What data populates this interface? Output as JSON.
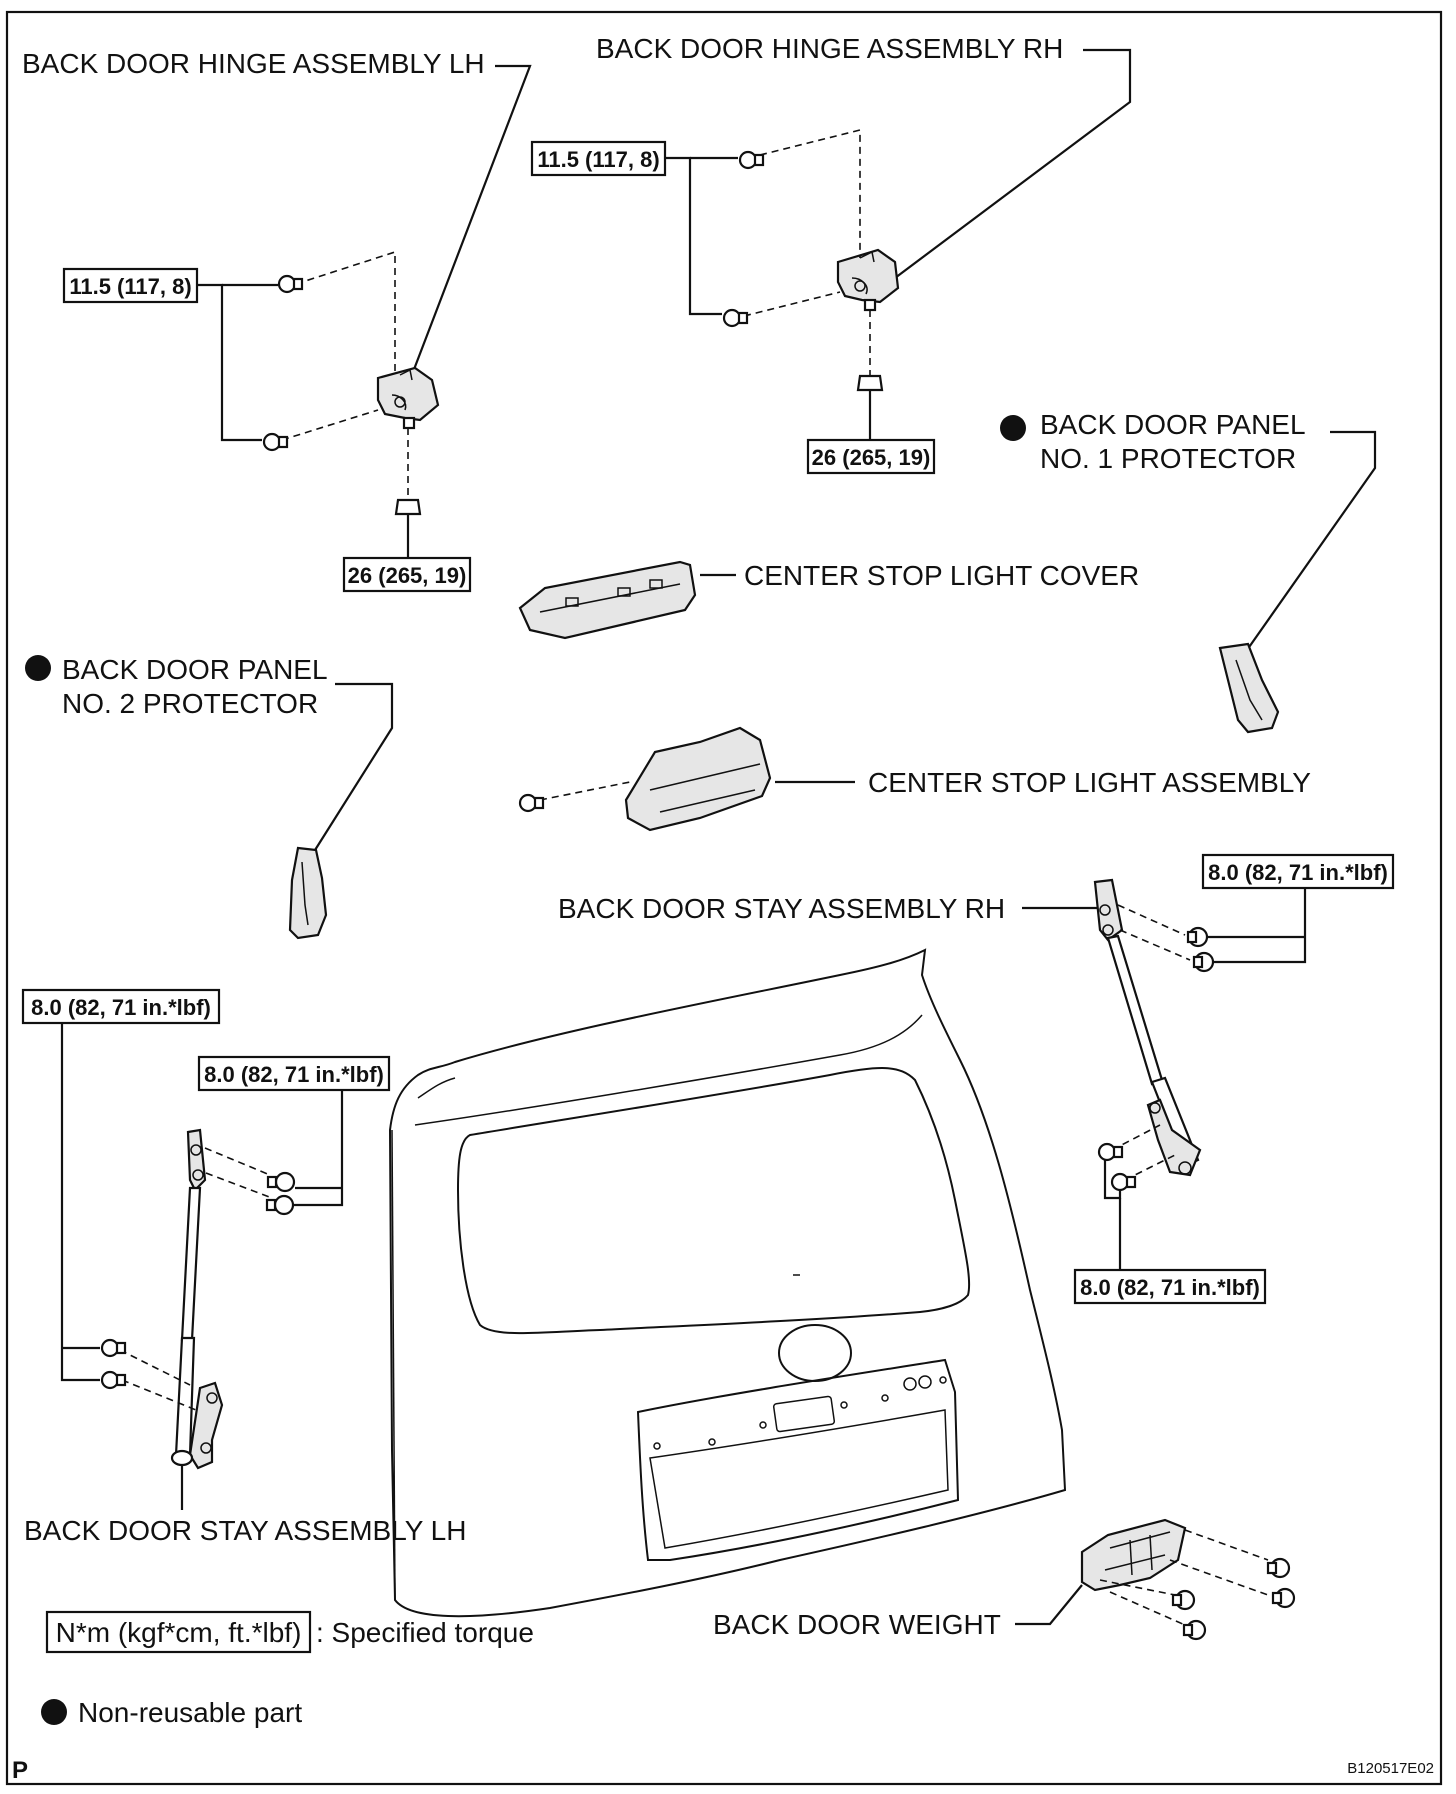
{
  "labels": {
    "hinge_lh": "BACK DOOR HINGE ASSEMBLY LH",
    "hinge_rh": "BACK DOOR HINGE ASSEMBLY RH",
    "panel1_line1": "BACK DOOR PANEL",
    "panel1_line2": "NO. 1 PROTECTOR",
    "panel2_line1": "BACK DOOR PANEL",
    "panel2_line2": "NO. 2 PROTECTOR",
    "stop_cover": "CENTER STOP LIGHT COVER",
    "stop_assembly": "CENTER STOP LIGHT ASSEMBLY",
    "stay_rh": "BACK DOOR STAY ASSEMBLY RH",
    "stay_lh": "BACK DOOR STAY ASSEMBLY LH",
    "weight": "BACK DOOR WEIGHT"
  },
  "torques": {
    "hinge_lh_bolts": "11.5 (117, 8)",
    "hinge_lh_nut": "26 (265, 19)",
    "hinge_rh_bolts": "11.5 (117, 8)",
    "hinge_rh_nut": "26 (265, 19)",
    "stay_rh_upper": "8.0 (82, 71 in.*lbf)",
    "stay_rh_lower": "8.0 (82, 71 in.*lbf)",
    "stay_lh_lower": "8.0 (82, 71 in.*lbf)",
    "stay_lh_upper": "8.0 (82, 71 in.*lbf)"
  },
  "legend": {
    "torque_unit": "N*m (kgf*cm, ft.*lbf)",
    "torque_desc": ": Specified torque",
    "non_reusable": "Non-reusable part"
  },
  "corner_mark": "P",
  "figure_code": "B120517E02"
}
